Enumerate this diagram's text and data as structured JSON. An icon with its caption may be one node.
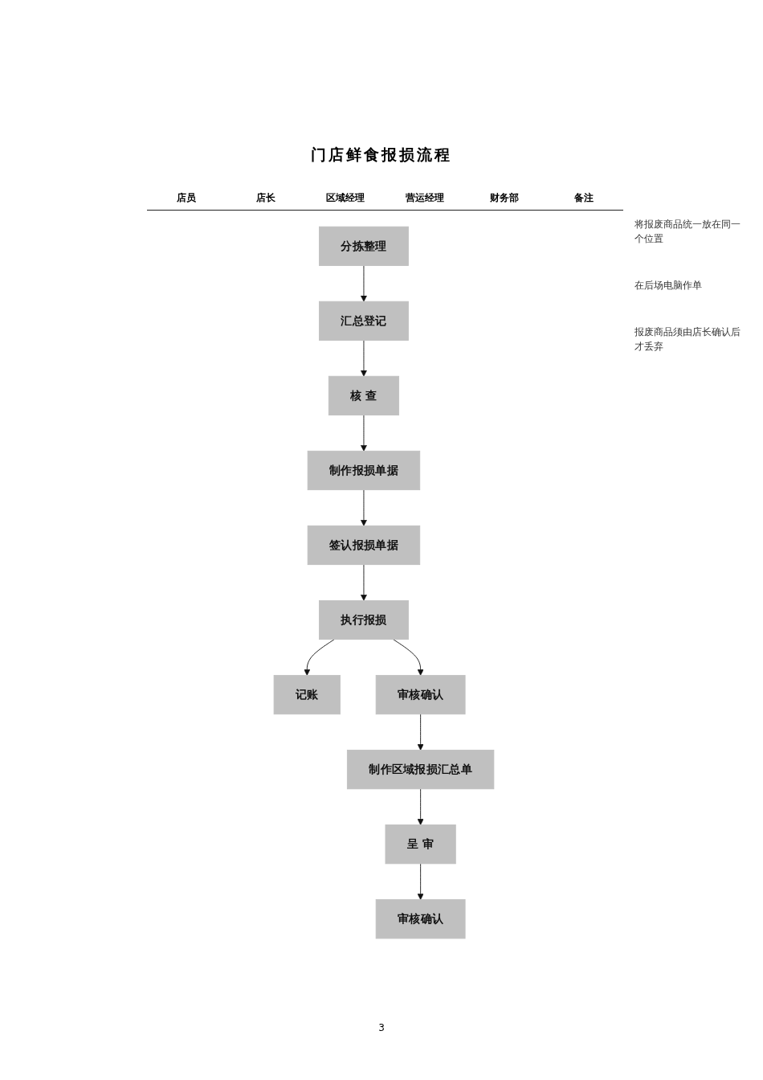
{
  "diagram": {
    "title": "门店鲜食报损流程",
    "nodes": [
      {
        "text": [
          "分拣整理"
        ]
      },
      {
        "text": [
          "汇总登记"
        ]
      },
      {
        "text": [
          "核 查"
        ]
      },
      {
        "text": [
          "制作报损单据"
        ]
      },
      {
        "text": [
          "签认报损单据"
        ]
      },
      {
        "text": [
          "执行报损"
        ]
      },
      {
        "text": [
          "记账"
        ]
      },
      {
        "text": [
          "审核确认"
        ]
      },
      {
        "text": [
          "制作区域报损汇总单"
        ]
      },
      {
        "text": [
          "呈 审"
        ]
      },
      {
        "text": [
          "审核确认"
        ]
      }
    ],
    "edges": [
      {
        "from": 0,
        "to": 1,
        "arrow": "to"
      },
      {
        "from": 1,
        "to": 2,
        "arrow": "to"
      },
      {
        "from": 2,
        "to": 3,
        "arrow": "to"
      },
      {
        "from": 3,
        "to": 4,
        "arrow": "to"
      },
      {
        "from": 4,
        "to": 5,
        "arrow": "to"
      },
      {
        "from": 5,
        "to": 6,
        "arrow": "to"
      },
      {
        "from": 5,
        "to": 7,
        "arrow": "to"
      },
      {
        "from": 7,
        "to": 8,
        "arrow": "to"
      },
      {
        "from": 8,
        "to": 9,
        "arrow": "to"
      },
      {
        "from": 9,
        "to": 10,
        "arrow": "to"
      }
    ],
    "labels": [
      "店员",
      "店长",
      "区域经理",
      "营运经理",
      "财务部",
      "备注",
      "将报废商品统一放在同一个位置",
      "在后场电脑作单",
      "报废商品须由店长确认后才丢弃",
      "3"
    ]
  }
}
